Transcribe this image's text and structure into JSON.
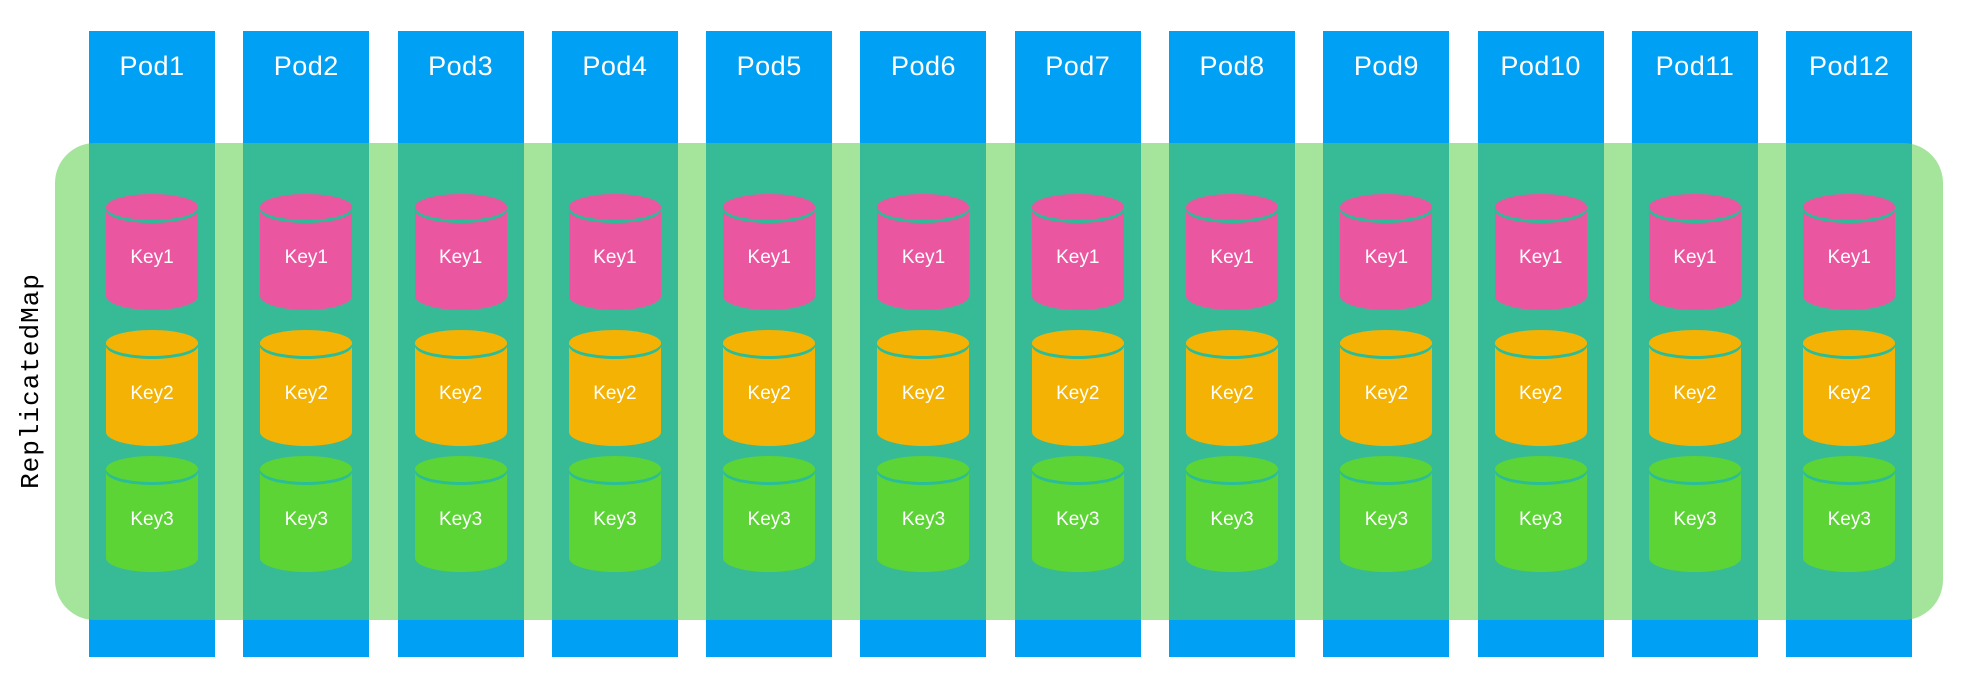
{
  "diagram": {
    "map_label": "ReplicatedMap"
  },
  "pods": [
    {
      "label": "Pod1",
      "keys": [
        "Key1",
        "Key2",
        "Key3"
      ]
    },
    {
      "label": "Pod2",
      "keys": [
        "Key1",
        "Key2",
        "Key3"
      ]
    },
    {
      "label": "Pod3",
      "keys": [
        "Key1",
        "Key2",
        "Key3"
      ]
    },
    {
      "label": "Pod4",
      "keys": [
        "Key1",
        "Key2",
        "Key3"
      ]
    },
    {
      "label": "Pod5",
      "keys": [
        "Key1",
        "Key2",
        "Key3"
      ]
    },
    {
      "label": "Pod6",
      "keys": [
        "Key1",
        "Key2",
        "Key3"
      ]
    },
    {
      "label": "Pod7",
      "keys": [
        "Key1",
        "Key2",
        "Key3"
      ]
    },
    {
      "label": "Pod8",
      "keys": [
        "Key1",
        "Key2",
        "Key3"
      ]
    },
    {
      "label": "Pod9",
      "keys": [
        "Key1",
        "Key2",
        "Key3"
      ]
    },
    {
      "label": "Pod10",
      "keys": [
        "Key1",
        "Key2",
        "Key3"
      ]
    },
    {
      "label": "Pod11",
      "keys": [
        "Key1",
        "Key2",
        "Key3"
      ]
    },
    {
      "label": "Pod12",
      "keys": [
        "Key1",
        "Key2",
        "Key3"
      ]
    }
  ],
  "key_colors": [
    "#EA57A0",
    "#F4B204",
    "#5CD435"
  ],
  "colors": {
    "pod_blue": "#00A1F4",
    "band_green_overlay": "rgba(97,208,79,0.57)",
    "band_green_on_white": "#A9E69C",
    "overlap_teal_on_blue": "#38BD9C",
    "cylinder_ring_teal": "#2BBD97",
    "pod_label_text": "#FFFFFF",
    "key_label_text": "#FFFFFF",
    "map_label_text": "#000000"
  }
}
